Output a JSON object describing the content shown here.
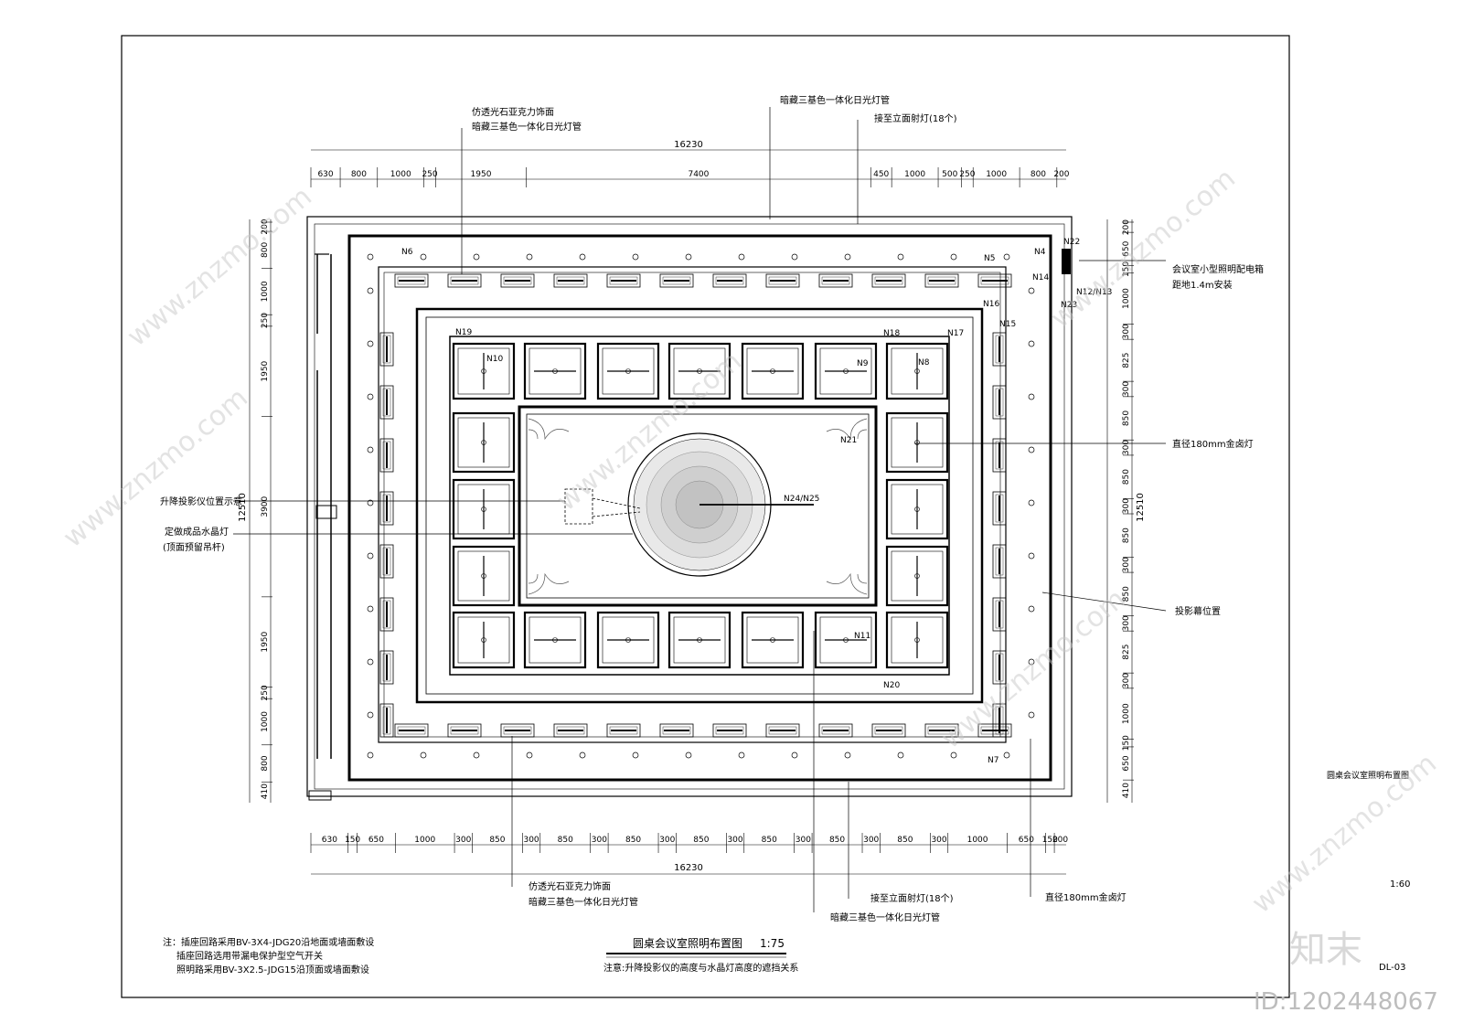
{
  "drawing": {
    "title": "圆桌会议室照明布置图",
    "scale": "1:75",
    "sheet_no": "DL-03",
    "side_title": "圆桌会议室照明布置图",
    "side_scale": "1:60",
    "note_under_title": "注意:升降投影仪的高度与水晶灯高度的遮挡关系",
    "notes": [
      "注：插座回路采用BV-3X4-JDG20沿地面或墙面敷设",
      "插座回路选用带漏电保护型空气开关",
      "照明路采用BV-3X2.5-JDG15沿顶面或墙面敷设"
    ]
  },
  "callouts": {
    "top_left_1": "仿透光石亚克力饰面",
    "top_left_2": "暗藏三基色一体化日光灯管",
    "top_mid": "暗藏三基色一体化日光灯管",
    "top_right": "接至立面射灯(18个)",
    "distribution_box_1": "会议室小型照明配电箱",
    "distribution_box_2": "距地1.4m安装",
    "halogen_right": "直径180mm金卤灯",
    "projector_pos": "升降投影仪位置示意",
    "chandelier_1": "定做成品水晶灯",
    "chandelier_2": "(顶面预留吊杆)",
    "screen_pos": "投影幕位置",
    "bottom_left_1": "仿透光石亚克力饰面",
    "bottom_left_2": "暗藏三基色一体化日光灯管",
    "bottom_mid": "接至立面射灯(18个)",
    "bottom_right": "暗藏三基色一体化日光灯管",
    "halogen_bottom": "直径180mm金卤灯"
  },
  "dimensions": {
    "total_width": "16230",
    "total_height": "12510",
    "top_row": [
      "630",
      "800",
      "1000",
      "250",
      "1950",
      "7400",
      "450",
      "1000",
      "500",
      "250",
      "1000",
      "800",
      "200"
    ],
    "bottom_row": [
      "630",
      "150",
      "650",
      "1000",
      "300",
      "850",
      "300",
      "850",
      "300",
      "850",
      "300",
      "850",
      "300",
      "850",
      "300",
      "850",
      "300",
      "850",
      "300",
      "1000",
      "650",
      "150",
      "200"
    ],
    "left_col": [
      "200",
      "800",
      "1000",
      "250",
      "1950",
      "3900",
      "1950",
      "250",
      "1000",
      "800",
      "410"
    ],
    "right_col": [
      "200",
      "650",
      "150",
      "1000",
      "300",
      "825",
      "300",
      "850",
      "300",
      "850",
      "300",
      "850",
      "300",
      "850",
      "300",
      "825",
      "300",
      "1000",
      "150",
      "650",
      "410"
    ]
  },
  "circuit_tags": [
    "N4",
    "N5",
    "N6",
    "N7",
    "N8",
    "N9",
    "N10",
    "N11",
    "N12/N13",
    "N14",
    "N15",
    "N16",
    "N17",
    "N18",
    "N19",
    "N20",
    "N21",
    "N22",
    "N23",
    "N24/N25"
  ],
  "watermark": {
    "site": "www.znzmo.com",
    "brand": "知末",
    "id": "ID:1202448067"
  }
}
